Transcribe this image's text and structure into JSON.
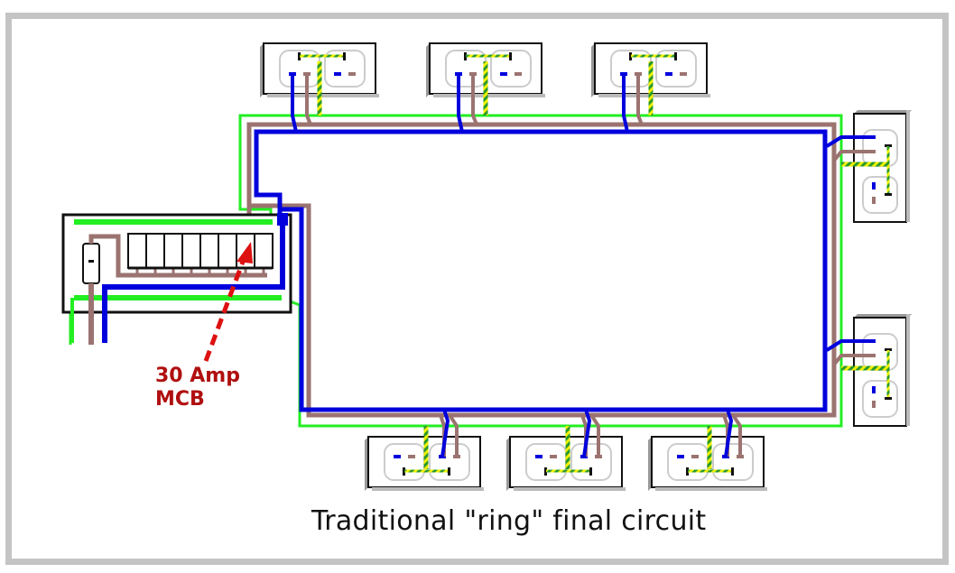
{
  "diagram": {
    "title": "Traditional \"ring\" final circuit",
    "annotation": {
      "line1": "30 Amp",
      "line2": "MCB"
    },
    "colors": {
      "live": "#9b7370",
      "neutral": "#0000dd",
      "earth": "#22ee22",
      "annotation": "#dd1111",
      "frame": "#c4c4c4"
    },
    "consumer_unit": {
      "breaker_count": 8,
      "highlighted_breaker": 7
    },
    "sockets": {
      "top_row": 3,
      "right_column": 2,
      "bottom_row": 3
    }
  }
}
